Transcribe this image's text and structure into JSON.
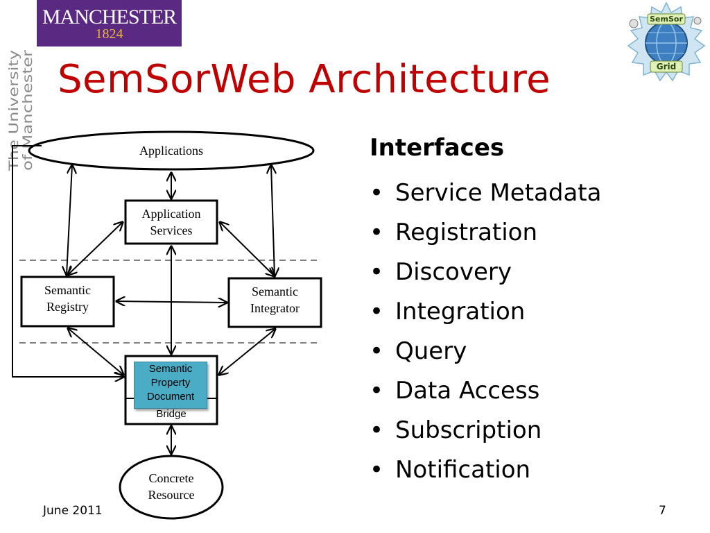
{
  "logo": {
    "name": "MANCHESTER",
    "year": "1824"
  },
  "side_logo": {
    "line1": "The University",
    "line2": "of Manchester"
  },
  "title": "SemSorWeb Architecture",
  "corner_logo": {
    "top": "SemSor",
    "bottom": "Grid"
  },
  "diagram": {
    "applications": "Applications",
    "app_services": [
      "Application",
      "Services"
    ],
    "registry": [
      "Semantic",
      "Registry"
    ],
    "integrator": [
      "Semantic",
      "Integrator"
    ],
    "spd": [
      "Semantic",
      "Property",
      "Document"
    ],
    "bridge": "Bridge",
    "resource": [
      "Concrete",
      "Resource"
    ]
  },
  "interfaces": {
    "heading": "Interfaces",
    "bullet": "•",
    "items": [
      "Service Metadata",
      "Registration",
      "Discovery",
      "Integration",
      "Query",
      "Data Access",
      "Subscription",
      "Notification"
    ]
  },
  "footer": {
    "date": "June 2011",
    "page": "7"
  },
  "colors": {
    "title": "#c00000",
    "logo_bg": "#5a2a82",
    "spd_fill": "#4bacc6"
  }
}
